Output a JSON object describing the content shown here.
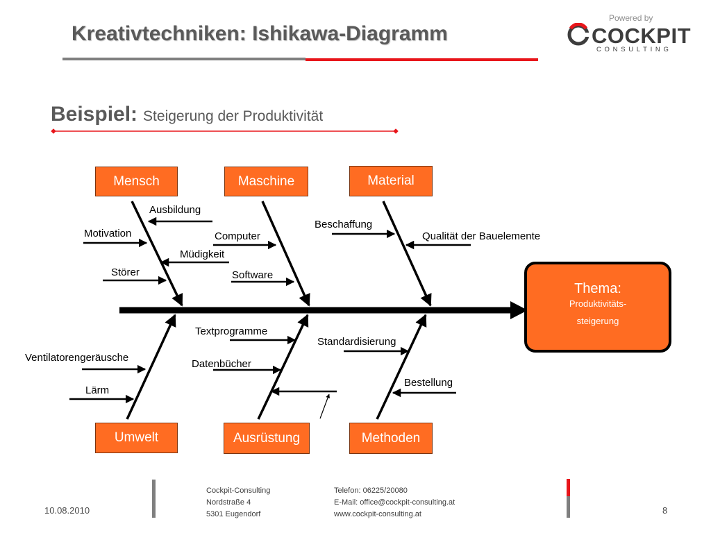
{
  "header": {
    "title": "Kreativtechniken: Ishikawa-Diagramm",
    "powered_by": "Powered by",
    "logo_word": "COCKPIT",
    "logo_sub": "CONSULTING"
  },
  "subtitle": {
    "bold": "Beispiel:",
    "text": "Steigerung der Produktivität"
  },
  "diagram": {
    "categories": [
      "Mensch",
      "Maschine",
      "Material",
      "Umwelt",
      "Ausrüstung",
      "Methoden"
    ],
    "causes": {
      "mensch": [
        "Ausbildung",
        "Motivation",
        "Müdigkeit",
        "Störer"
      ],
      "maschine": [
        "Computer",
        "Software"
      ],
      "material": [
        "Beschaffung",
        "Qualität der Bauelemente"
      ],
      "umwelt": [
        "Ventilatorengeräusche",
        "Lärm"
      ],
      "ausruestung": [
        "Textprogramme",
        "Datenbücher"
      ],
      "methoden": [
        "Standardisierung",
        "Bestellung"
      ]
    },
    "effect": {
      "label": "Thema:",
      "line1": "Produktivitäts-",
      "line2": "steigerung"
    }
  },
  "footer": {
    "date": "10.08.2010",
    "company": [
      "Cockpit-Consulting",
      "Nordstraße 4",
      "5301 Eugendorf"
    ],
    "contact": [
      "Telefon: 06225/20080",
      "E-Mail: office@cockpit-consulting.at",
      "www.cockpit-consulting.at"
    ],
    "page": "8"
  },
  "colors": {
    "accent_red": "#e8161b",
    "orange": "#ff6c22",
    "gray": "#7f7f7f"
  }
}
